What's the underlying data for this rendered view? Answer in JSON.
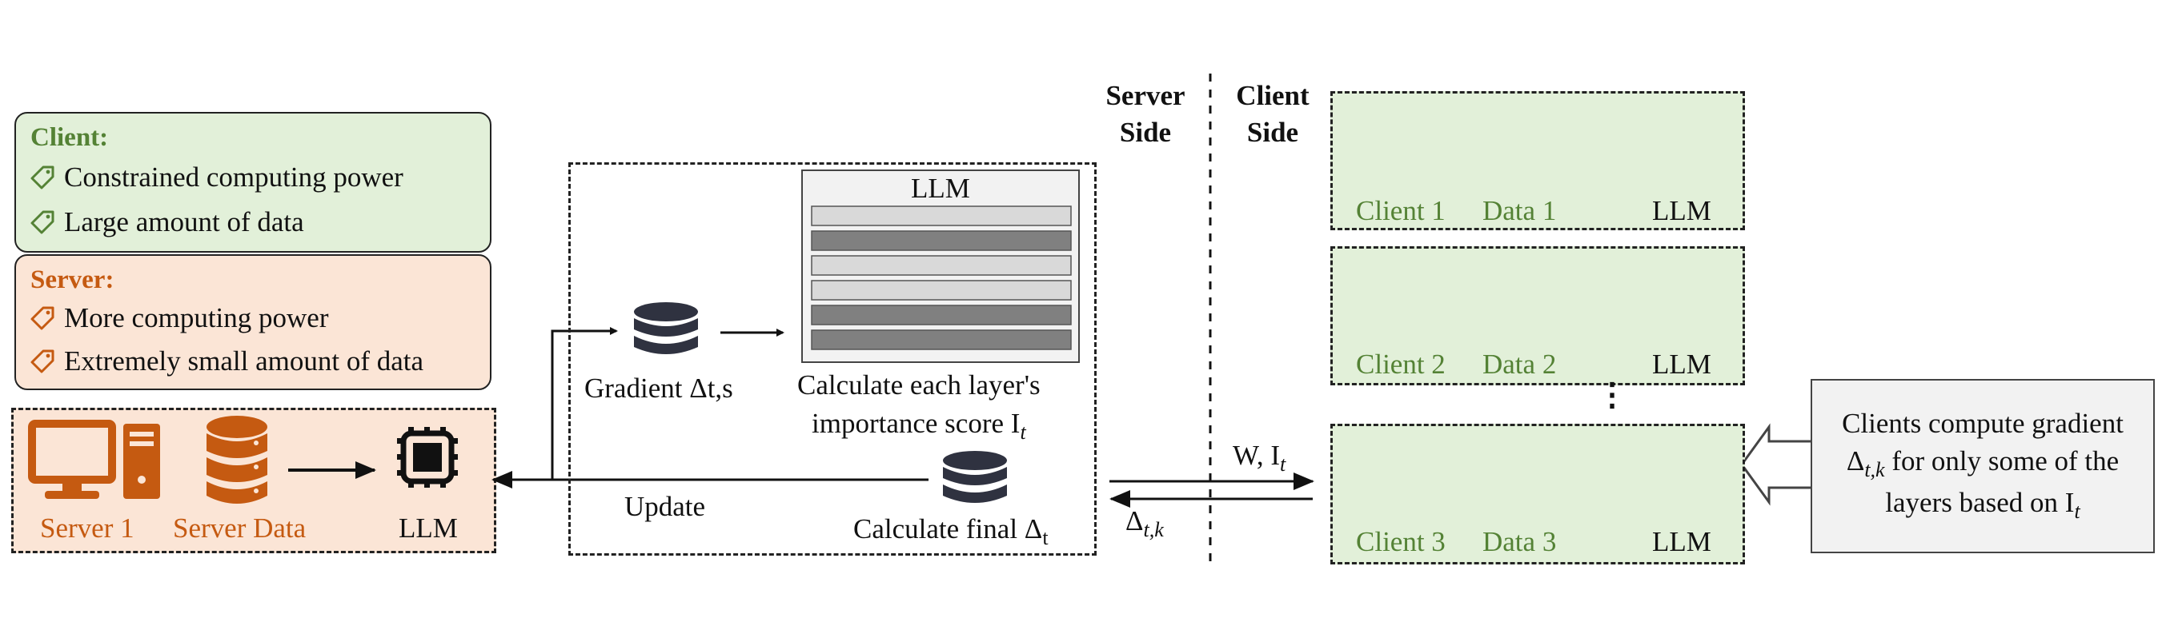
{
  "legend": {
    "client": {
      "title": "Client:",
      "items": [
        "Constrained computing power",
        "Large amount of data"
      ]
    },
    "server": {
      "title": "Server:",
      "items": [
        "More computing power",
        "Extremely small amount of data"
      ]
    }
  },
  "server_row": {
    "server_label": "Server 1",
    "data_label": "Server Data",
    "llm_label": "LLM"
  },
  "center": {
    "gradient_label": "Gradient Δt,s",
    "llm_title": "LLM",
    "layer_shades": [
      "light",
      "dark",
      "light",
      "light",
      "dark",
      "dark"
    ],
    "importance_line1": "Calculate each layer's",
    "importance_line2": "importance score I",
    "importance_sub": "t",
    "update_label": "Update",
    "final_label": "Calculate final Δ",
    "final_sub": "t"
  },
  "divider": {
    "server_side_1": "Server",
    "server_side_2": "Side",
    "client_side_1": "Client",
    "client_side_2": "Side"
  },
  "arrows": {
    "down_label": "W, I",
    "down_sub": "t",
    "up_label": "Δ",
    "up_sub": "t,k"
  },
  "clients": [
    {
      "client": "Client 1",
      "data": "Data 1",
      "llm": "LLM"
    },
    {
      "client": "Client 2",
      "data": "Data 2",
      "llm": "LLM"
    },
    {
      "client": "Client 3",
      "data": "Data 3",
      "llm": "LLM"
    }
  ],
  "ellipsis": "⋮",
  "note": {
    "line1": "Clients compute gradient",
    "line2_a": "Δ",
    "line2_sub": "t,k",
    "line2_b": " for only some of the",
    "line3_a": "layers based on I",
    "line3_sub": "t"
  },
  "colors": {
    "client_green": "#548235",
    "client_bg": "#e2f0d9",
    "server_orange": "#c55a11",
    "server_bg": "#fbe5d6",
    "dark_icon": "#2f3240"
  },
  "icons": [
    "tag-icon",
    "car-icon",
    "database-icon",
    "chip-icon",
    "computer-icon"
  ]
}
